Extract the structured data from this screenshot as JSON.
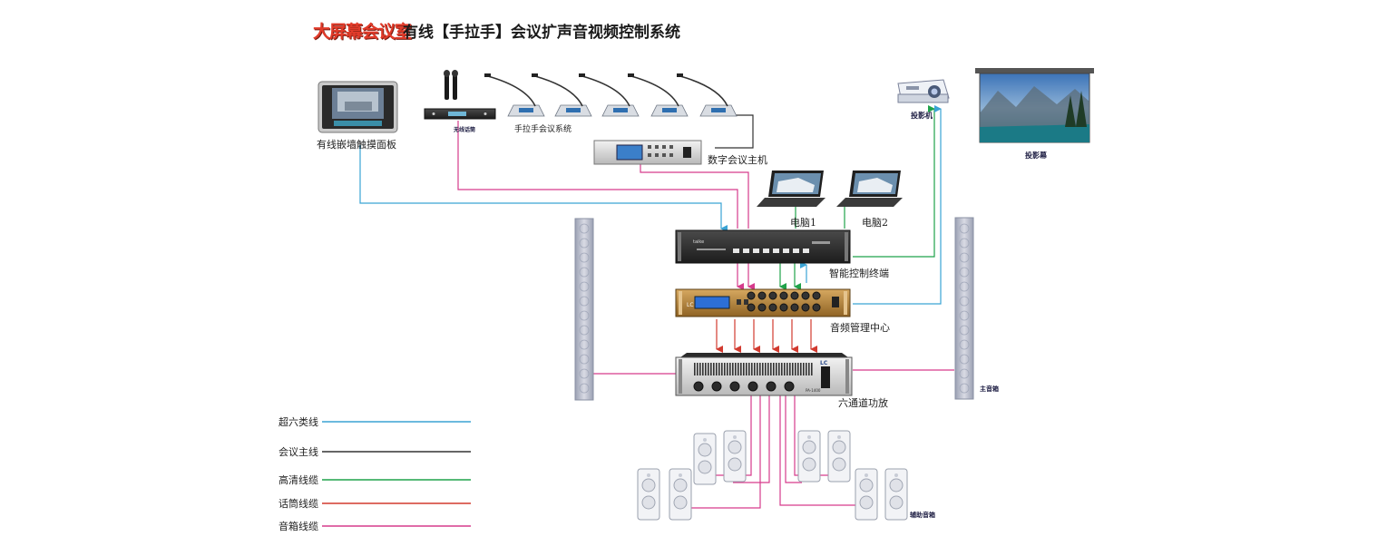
{
  "header": {
    "logo_text": "大屏幕会议室",
    "title": "有线【手拉手】会议扩声音视频控制系统"
  },
  "devices": {
    "touch_panel": "有线嵌墙触摸面板",
    "wireless_mic": "无线话筒",
    "conference_system": "手拉手会议系统",
    "conference_host": "数字会议主机",
    "projector": "投影机",
    "screen": "投影幕",
    "pc1": "电脑1",
    "pc2": "电脑2",
    "control_terminal": "智能控制终端",
    "audio_center": "音频管理中心",
    "amplifier": "六通道功放",
    "main_speaker": "主音箱",
    "aux_speaker": "辅助音箱"
  },
  "legend": [
    {
      "label": "超六类线",
      "color": "#3aa3d4"
    },
    {
      "label": "会议主线",
      "color": "#333333"
    },
    {
      "label": "高清线缆",
      "color": "#1fa24a"
    },
    {
      "label": "话筒线缆",
      "color": "#d23a2f"
    },
    {
      "label": "音箱线缆",
      "color": "#d63b8c"
    }
  ],
  "colors": {
    "cat6": "#3aa3d4",
    "main": "#333333",
    "hd": "#1fa24a",
    "mic": "#d23a2f",
    "speaker": "#d63b8c"
  },
  "panel_texts": {
    "amp_brand": "LC",
    "amp_model": "PA-1400",
    "audio_brand": "LC",
    "control_brand": "taike"
  }
}
